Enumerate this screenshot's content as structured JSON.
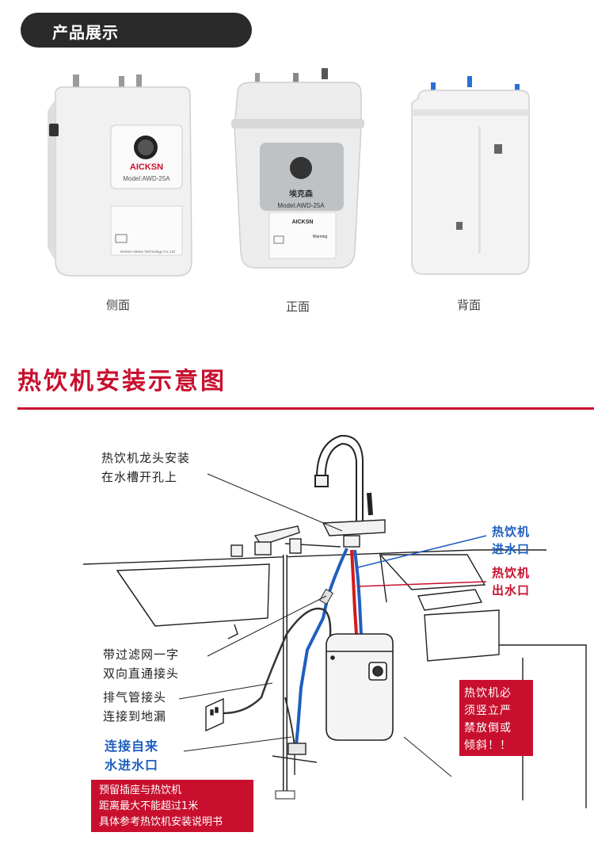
{
  "header": {
    "title": "产品展示"
  },
  "product_views": [
    {
      "label": "侧面"
    },
    {
      "label": "正面"
    },
    {
      "label": "背面"
    }
  ],
  "product_print": {
    "brand": "AICKSN",
    "brand_cn": "埃克森",
    "model": "Model:AWD-25A",
    "warning": "Warning",
    "maker": "Xiamen Aiksen Technology Co.,Ltd"
  },
  "section": {
    "title": "热饮机安装示意图"
  },
  "diagram": {
    "faucet_note": [
      "热饮机龙头安装",
      "在水槽开孔上"
    ],
    "filter_note": [
      "带过滤网一字",
      "双向直通接头"
    ],
    "vent_note": [
      "排气管接头",
      "连接到地漏"
    ],
    "supply_note": [
      "连接自来",
      "水进水口"
    ],
    "inlet_label": [
      "热饮机",
      "进水口"
    ],
    "outlet_label": [
      "热饮机",
      "出水口"
    ],
    "warning": [
      "热饮机必",
      "须竖立严",
      "禁放倒或",
      "倾斜！！"
    ],
    "socket_note": [
      "预留插座与热饮机",
      "距离最大不能超过1米",
      "具体参考热饮机安装说明书"
    ]
  },
  "colors": {
    "accent": "#c8102e",
    "blue_pipe": "#1f5fbf",
    "red_pipe": "#d41a1a",
    "pill": "#2a2a2a"
  }
}
